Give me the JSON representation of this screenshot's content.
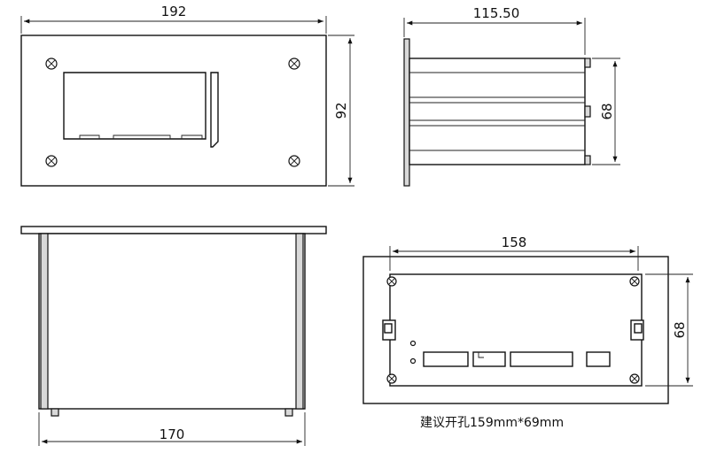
{
  "front_view": {
    "width_label": "192",
    "height_label": "92"
  },
  "side_view": {
    "depth_label": "115.50",
    "height_label": "68"
  },
  "top_view": {
    "width_label": "170"
  },
  "rear_view": {
    "cutout_width_label": "158",
    "cutout_height_label": "68"
  },
  "caption": "建议开孔159mm*69mm"
}
